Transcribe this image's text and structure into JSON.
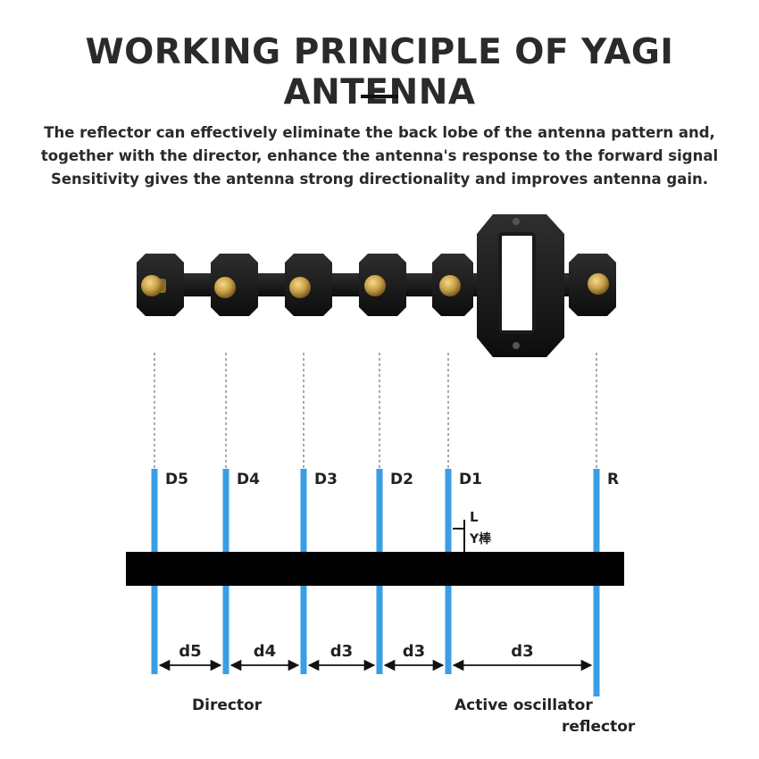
{
  "header": {
    "title": "WORKING PRINCIPLE OF YAGI ANTENNA",
    "description": [
      "The reflector can effectively eliminate the back lobe of the antenna pattern and,",
      "together with the director, enhance the antenna's response to the forward signal",
      "Sensitivity gives the antenna strong directionality and improves antenna gain."
    ]
  },
  "diagram": {
    "elements": [
      {
        "label": "D5"
      },
      {
        "label": "D4"
      },
      {
        "label": "D3"
      },
      {
        "label": "D2"
      },
      {
        "label": "D1"
      },
      {
        "label": "R"
      }
    ],
    "spacings": [
      "d5",
      "d4",
      "d3",
      "d3",
      "d3"
    ],
    "feed_labels": {
      "length": "L",
      "y_rod": "Y棒"
    },
    "captions": {
      "director": "Director",
      "active": "Active oscillator",
      "reflector": "reflector"
    },
    "colors": {
      "element": "#3a9ee4",
      "boom": "#000000",
      "connector": "#c9a24a"
    }
  }
}
